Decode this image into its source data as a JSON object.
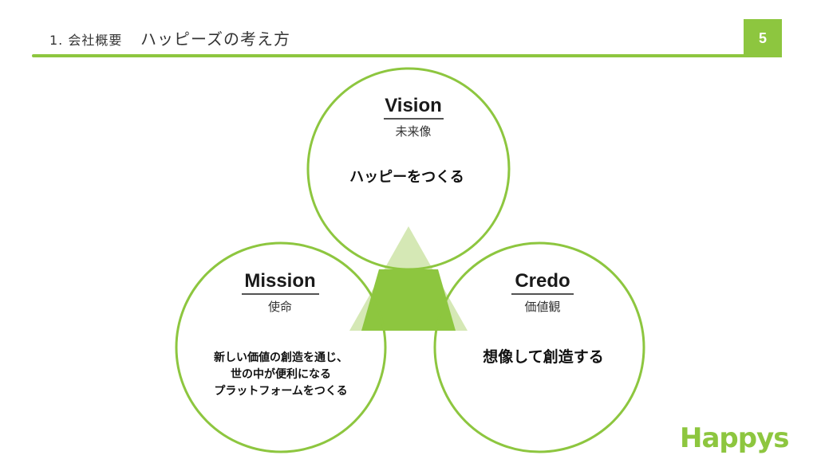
{
  "header": {
    "section_label": "1. 会社概要",
    "title": "ハッピーズの考え方",
    "page_number": "5"
  },
  "diagram": {
    "vision": {
      "title": "Vision",
      "subtitle": "未来像",
      "body": [
        "ハッピーをつくる"
      ]
    },
    "mission": {
      "title": "Mission",
      "subtitle": "使命",
      "body": [
        "新しい価値の創造を通じ、",
        "世の中が便利になる",
        "プラットフォームをつくる"
      ]
    },
    "credo": {
      "title": "Credo",
      "subtitle": "価値観",
      "body": [
        "想像して創造する"
      ]
    }
  },
  "logo": {
    "text": "Happys",
    "icon": "happys-logo"
  },
  "colors": {
    "accent": "#8dc63f",
    "accent_light": "#d5e8b5",
    "circle_stroke": "#8dc63f"
  }
}
